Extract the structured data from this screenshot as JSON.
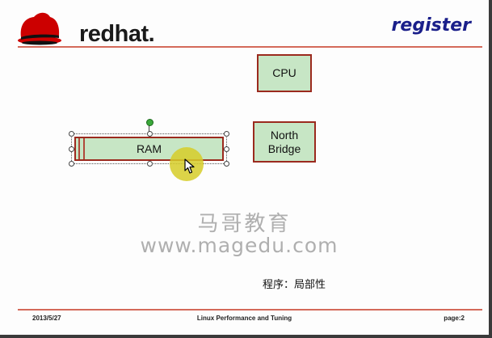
{
  "header": {
    "logo_text": "redhat.",
    "title": "register"
  },
  "diagram": {
    "cpu_label": "CPU",
    "north_bridge_label": "North\nBridge",
    "ram_label": "RAM"
  },
  "watermark": {
    "chinese": "马哥教育",
    "url": "www.magedu.com"
  },
  "note": "程序：局部性",
  "footer": {
    "date": "2013/5/27",
    "center": "Linux Performance and Tuning",
    "page": "page:2"
  },
  "colors": {
    "box_fill": "#c7e6c5",
    "box_border": "#9b2a1e",
    "title": "#1a1f8a",
    "rule": "#d46a5a",
    "logo_red": "#cc0000"
  },
  "icons": {
    "logo": "redhat-shadowman-icon",
    "cursor": "move-cursor-icon"
  }
}
